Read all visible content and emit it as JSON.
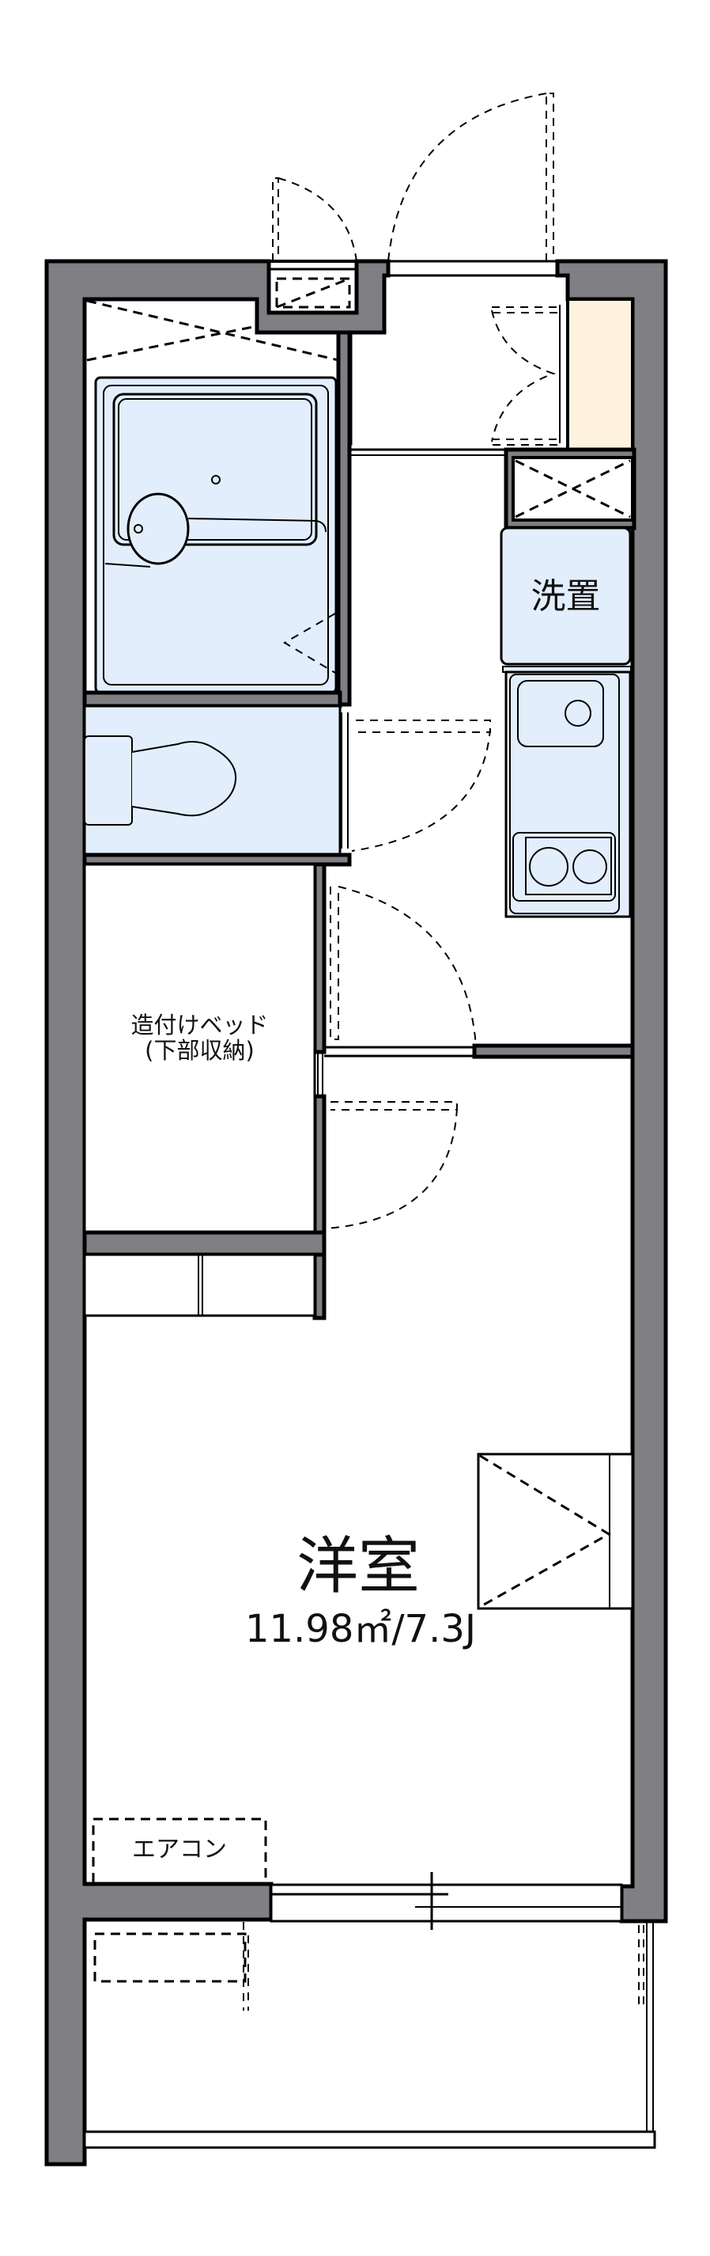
{
  "floorplan": {
    "colors": {
      "wall": "#807f84",
      "fixture": "#e3eefc",
      "shoe_cabinet": "#fff3e0",
      "line": "#000000",
      "background": "#ffffff"
    },
    "rooms": {
      "western_room": {
        "name": "洋室",
        "area": "11.98㎡/7.3J"
      },
      "built_in_bed": {
        "line1": "造付けベッド",
        "line2": "(下部収納)"
      },
      "washer_space": {
        "label": "洗置"
      },
      "air_conditioner": {
        "label": "エアコン"
      }
    },
    "elements": [
      "entrance-door",
      "meter-box",
      "shoe-cabinet",
      "unit-bath",
      "toilet",
      "kitchen-sink",
      "two-burner-stove",
      "closet",
      "balcony",
      "sliding-window"
    ]
  }
}
